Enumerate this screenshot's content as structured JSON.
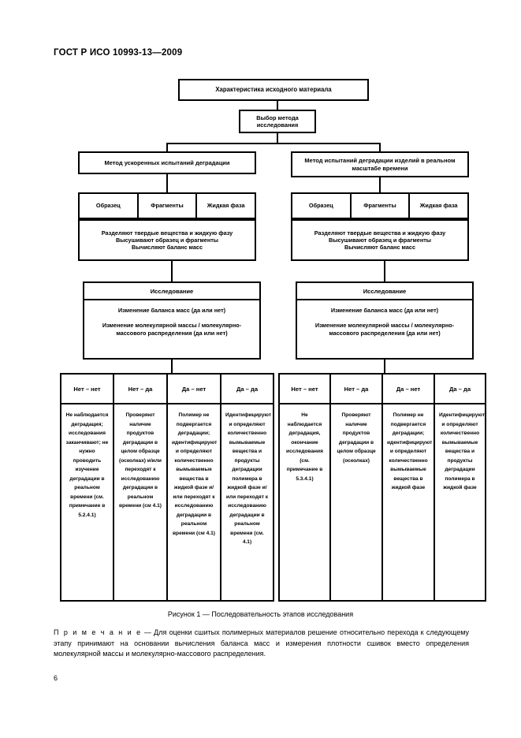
{
  "document": {
    "header": "ГОСТ Р ИСО 10993-13—2009",
    "page_number": "6",
    "caption": "Рисунок 1 — Последовательность этапов исследования",
    "note_label": "П р и м е ч а н и е",
    "note_text": " — Для оценки сшитых полимерных материалов решение относительно перехода к следующему этапу принимают на основании вычисления баланса масс и измерения плотности сшивок вместо определения молекулярной массы и молекулярно-массового распределения."
  },
  "flowchart": {
    "start": "Характеристика исходного материала",
    "choice": "Выбор метода исследования",
    "branches": {
      "left": {
        "method": "Метод ускоренных испытаний деградации",
        "samples": [
          "Образец",
          "Фрагменты",
          "Жидкая фаза"
        ],
        "procedure": [
          "Разделяют твердые вещества и жидкую фазу",
          "Высушивают образец и фрагменты",
          "Вычисляют баланс масс"
        ],
        "research_title": "Исследование",
        "research_items": [
          "Изменение баланса масс (да или нет)",
          "Изменение молекулярной массы / молекулярно-массового распределения (да или нет)"
        ],
        "results": [
          {
            "header": "Нет – нет",
            "text": "Не наблюдается деградация; исследования заканчивают; не нужно проводить изучение деградации в реальном времени (см. примечание в 5.2.4.1)"
          },
          {
            "header": "Нет – да",
            "text": "Проверяют наличие продуктов деградации в целом образце (осколках) и/или переходят к исследованию деградации в реальном времени (см 4.1)"
          },
          {
            "header": "Да – нет",
            "text": "Полимер не подвергается деградации; идентифицируют и определяют количественно вымываемые вещества в жидкой фазе и/или переходят к исследованию деградации в реальном времени (см 4.1)"
          },
          {
            "header": "Да – да",
            "text": "Идентифицируют и определяют количественно вымываемые вещества и продукты деградации полимера в жидкой фазе и/или переходят к исследованию деградации в реальном времени (см. 4.1)"
          }
        ]
      },
      "right": {
        "method": "Метод испытаний деградации изделий в реальном масштабе времени",
        "samples": [
          "Образец",
          "Фрагменты",
          "Жидкая фаза"
        ],
        "procedure": [
          "Разделяют твердые вещества и жидкую фазу",
          "Высушивают образец и фрагменты",
          "Вычисляют баланс масс"
        ],
        "research_title": "Исследование",
        "research_items": [
          "Изменение баланса масс (да или нет)",
          "Изменение молекулярной массы / молекулярно-массового распределения (да или нет)"
        ],
        "results": [
          {
            "header": "Нет – нет",
            "text": "Не наблюдается деградация, окончание исследования (см. примечание в 5.3.4.1)"
          },
          {
            "header": "Нет – да",
            "text": "Проверяют наличие продуктов деградации в целом образце (осколках)"
          },
          {
            "header": "Да – нет",
            "text": "Полимер не подвергается деградации; идентифицируют и определяют количественно вымываемые вещества в жидкой фазе"
          },
          {
            "header": "Да – да",
            "text": "Идентифицируют и определяют количественно вымываемые вещества и продукты деградации полимера в жидкой фазе"
          }
        ]
      }
    }
  },
  "colors": {
    "ink": "#000000",
    "page": "#ffffff"
  }
}
